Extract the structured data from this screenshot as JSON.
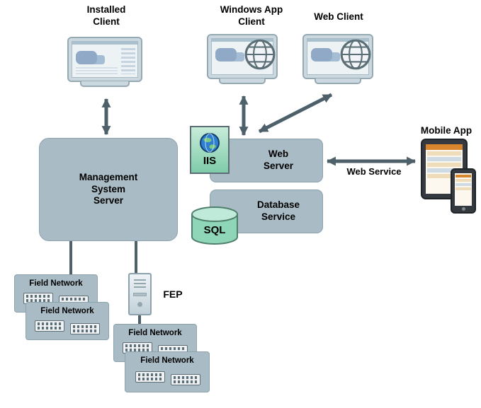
{
  "diagram": {
    "nodes": {
      "installed_client": {
        "label": "Installed Client",
        "icon": "monitor-icon"
      },
      "windows_app_client": {
        "label": "Windows App Client",
        "icon": "monitor-globe-icon"
      },
      "web_client": {
        "label": "Web Client",
        "icon": "monitor-globe-icon"
      },
      "management_system_server": {
        "label": "Management System Server"
      },
      "iis": {
        "label": "IIS",
        "icon": "globe-icon"
      },
      "web_server": {
        "label": "Web Server"
      },
      "database_service": {
        "label": "Database Service"
      },
      "sql": {
        "label": "SQL",
        "icon": "database-cylinder-icon"
      },
      "mobile_app": {
        "label": "Mobile App",
        "icon": "tablet-phone-icon"
      },
      "fep": {
        "label": "FEP",
        "icon": "server-tower-icon"
      },
      "field_network_1": {
        "label": "Field Network",
        "icon": "field-devices-icon"
      },
      "field_network_2": {
        "label": "Field Network",
        "icon": "field-devices-icon"
      },
      "field_network_3": {
        "label": "Field Network",
        "icon": "field-devices-icon"
      },
      "field_network_4": {
        "label": "Field Network",
        "icon": "field-devices-icon"
      }
    },
    "edges": [
      {
        "from": "installed_client",
        "to": "management_system_server",
        "style": "double-arrow"
      },
      {
        "from": "windows_app_client",
        "to": "web_server",
        "style": "double-arrow"
      },
      {
        "from": "web_client",
        "to": "web_server",
        "style": "double-arrow"
      },
      {
        "from": "web_server",
        "to": "mobile_app",
        "style": "double-arrow",
        "label": "Web Service"
      },
      {
        "from": "management_system_server",
        "to": "field_network_1",
        "style": "line"
      },
      {
        "from": "management_system_server",
        "to": "fep",
        "style": "line"
      },
      {
        "from": "fep",
        "to": "field_network_3",
        "style": "line"
      }
    ],
    "colors": {
      "node_fill": "#a9bbc4",
      "node_border": "#8da2ac",
      "green_fill": "#8fd6b8",
      "green_border": "#4f7f6a",
      "connector": "#4e6069",
      "text": "#000000"
    }
  }
}
